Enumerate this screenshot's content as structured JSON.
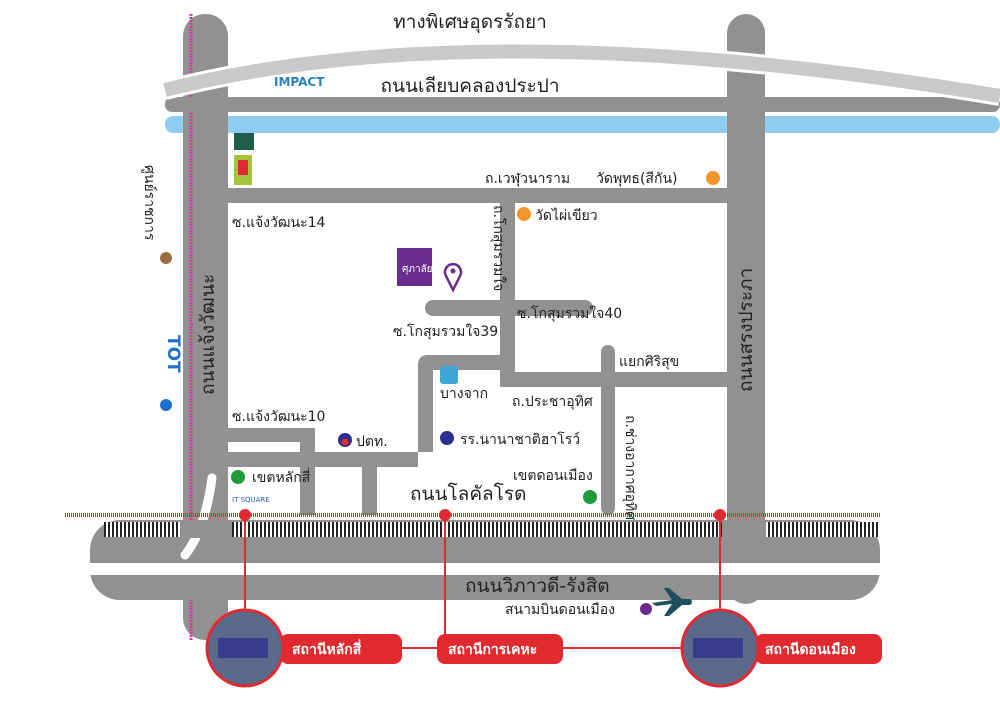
{
  "colors": {
    "road": "#919191",
    "canal": "#8ecdf0",
    "rail": "#e02a2f",
    "temple": "#f4952a",
    "green": "#1f9a3c",
    "navy": "#2b2f8f",
    "purple": "#6a2c8e",
    "airplane": "#1e4f5e",
    "brown": "#9a7040",
    "tot": "#1e6fd0"
  },
  "roads": {
    "expressway": "ทางพิเศษอุดรรัถยา",
    "canal_road": "ถนนเลียบคลองประปา",
    "wephuwanaram": "ถ.เวฬุวนาราม",
    "chaengwattana": "ถนนแจ้งวัฒนะ",
    "songprapha": "ถนนสรงประภา",
    "soi14": "ซ.แจ้งวัฒนะ14",
    "soi10": "ซ.แจ้งวัฒนะ10",
    "kosum": "ถ.โกสุมรวมใจ",
    "kosum39": "ซ.โกสุมรวมใจ39",
    "kosum40": "ซ.โกสุมรวมใจ40",
    "prachauthit": "ถ.ประชาอุทิศ",
    "changakat": "ถ.ช่างอากาศอุทิศ",
    "local_road": "ถนนโลคัลโรด",
    "vibhavadi": "ถนนวิภาวดี-รังสิต",
    "sirisuk_junction": "แยกศิริสุข"
  },
  "places": {
    "wat_phut": "วัดพุทธ(สีกัน)",
    "wat_phai": "วัดไผ่เขียว",
    "govt_center": "ศูนย์ราชการ",
    "bangchak": "บางจาก",
    "ptt": "ปตท.",
    "harrow": "รร.นานาชาติฮาโรว์",
    "laksi_district": "เขตหลักสี่",
    "donmueang_district": "เขตดอนเมือง",
    "airport": "สนามบินดอนเมือง",
    "project_logo": "ศุภาลัย",
    "impact_logo": "IMPACT",
    "tot_logo": "TOT",
    "itsquare_logo": "IT SQUARE"
  },
  "stations": [
    {
      "label": "สถานีหลักสี่"
    },
    {
      "label": "สถานีการเคหะ"
    },
    {
      "label": "สถานีดอนเมือง"
    }
  ]
}
